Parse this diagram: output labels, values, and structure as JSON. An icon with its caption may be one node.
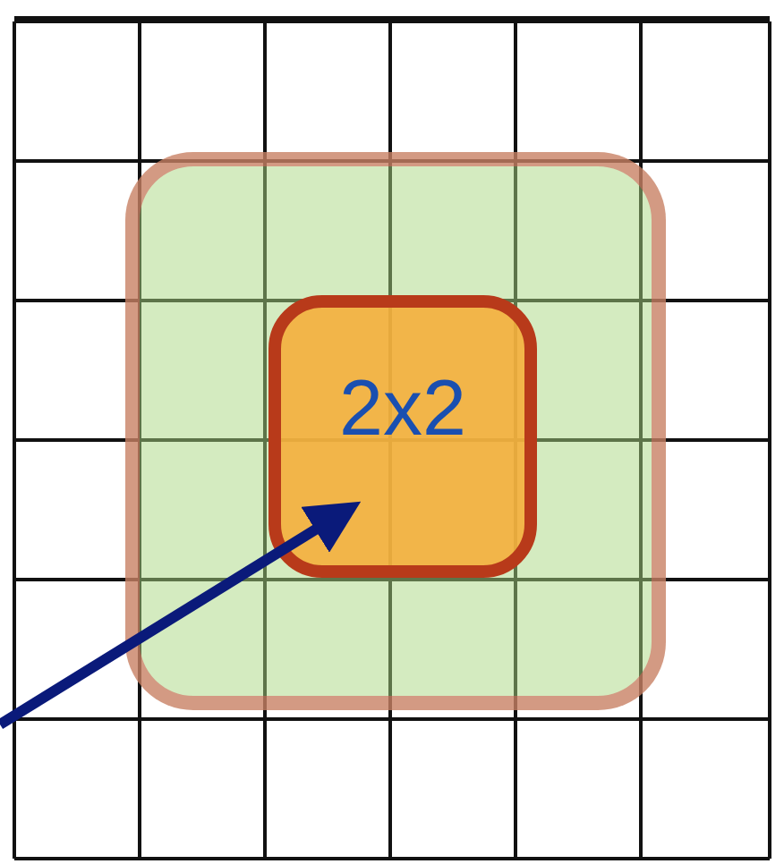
{
  "diagram": {
    "nodes": [
      {
        "text": [],
        "shape": "box"
      },
      {
        "text": [
          "2x2"
        ],
        "in": 0
      }
    ],
    "edges": [
      {
        "from": null,
        "to": 1,
        "arrow": "to"
      }
    ]
  }
}
